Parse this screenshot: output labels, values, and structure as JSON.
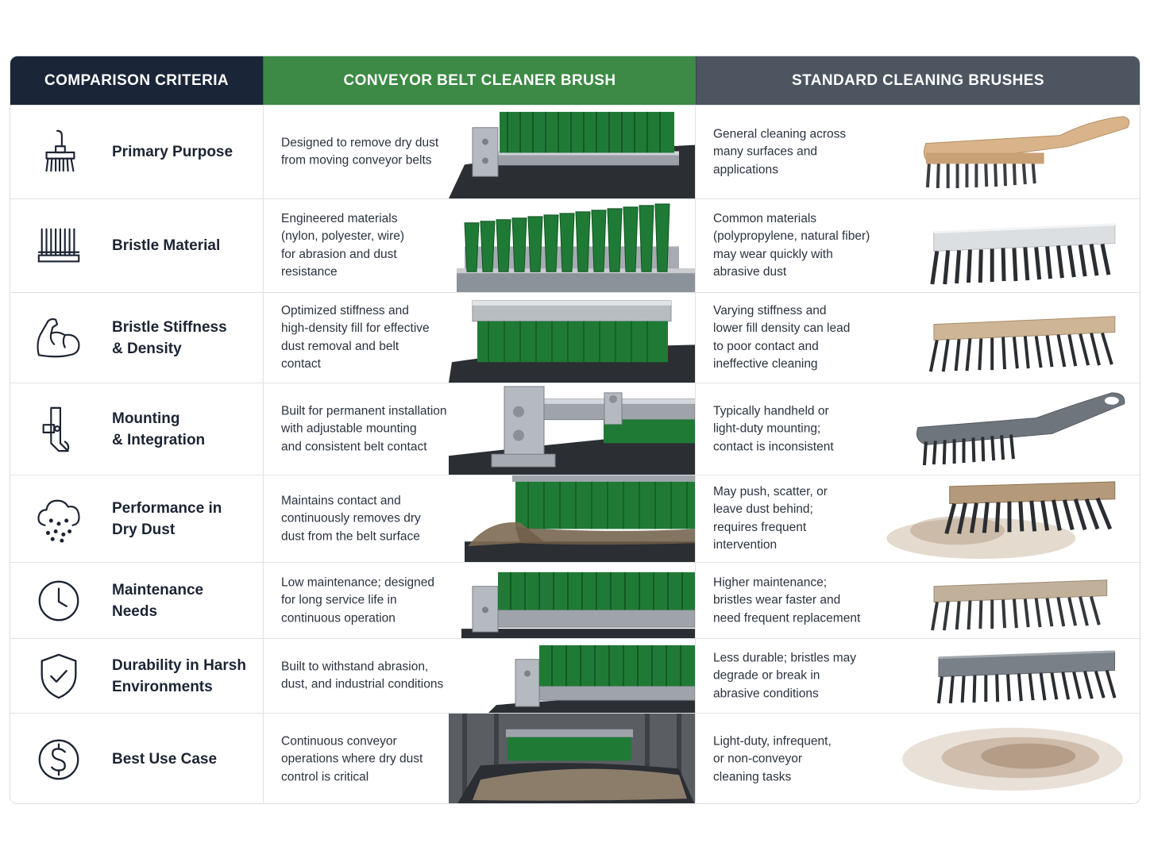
{
  "header": {
    "col1": "COMPARISON CRITERIA",
    "col2": "CONVEYOR BELT CLEANER BRUSH",
    "col3": "STANDARD CLEANING BRUSHES"
  },
  "colors": {
    "header_dark": "#1a2638",
    "header_green": "#3c8a45",
    "header_gray": "#4c5560",
    "bristle_green": "#1f7a35",
    "bristle_black": "#2a2d31"
  },
  "rows": [
    {
      "icon": "brush-icon",
      "criteria": "Primary Purpose",
      "conveyor": "Designed to remove dry dust\nfrom moving conveyor belts",
      "standard": "General cleaning across\nmany surfaces and\napplications"
    },
    {
      "icon": "bristle-comb-icon",
      "criteria": "Bristle Material",
      "conveyor": "Engineered materials\n(nylon, polyester, wire)\nfor abrasion and dust\nresistance",
      "standard": "Common materials\n(polypropylene, natural fiber)\nmay wear quickly with\nabrasive dust"
    },
    {
      "icon": "flexed-arm-icon",
      "criteria": "Bristle Stiffness\n& Density",
      "conveyor": "Optimized stiffness and\nhigh-density fill for effective\ndust removal and belt\ncontact",
      "standard": "Varying stiffness and\nlower fill density can lead\nto poor contact and\nineffective cleaning"
    },
    {
      "icon": "mounting-bracket-icon",
      "criteria": "Mounting\n& Integration",
      "conveyor": "Built for permanent installation\nwith adjustable mounting\nand consistent belt contact",
      "standard": "Typically handheld or\nlight-duty mounting;\ncontact is inconsistent"
    },
    {
      "icon": "dust-cloud-icon",
      "criteria": "Performance in\nDry Dust",
      "conveyor": "Maintains contact and\ncontinuously removes dry\ndust from the belt surface",
      "standard": "May push, scatter, or\nleave dust behind;\nrequires frequent\nintervention"
    },
    {
      "icon": "clock-icon",
      "criteria": "Maintenance\nNeeds",
      "conveyor": "Low maintenance; designed\nfor long service life in\ncontinuous operation",
      "standard": "Higher maintenance;\nbristles wear faster and\nneed frequent replacement"
    },
    {
      "icon": "shield-check-icon",
      "criteria": "Durability in Harsh\nEnvironments",
      "conveyor": "Built to withstand abrasion,\ndust, and industrial conditions",
      "standard": "Less durable; bristles may\ndegrade or break in\nabrasive conditions"
    },
    {
      "icon": "dollar-circle-icon",
      "criteria": "Best Use Case",
      "conveyor": "Continuous conveyor\noperations where dry dust\ncontrol is critical",
      "standard": "Light-duty, infrequent,\nor non-conveyor\ncleaning tasks"
    }
  ]
}
